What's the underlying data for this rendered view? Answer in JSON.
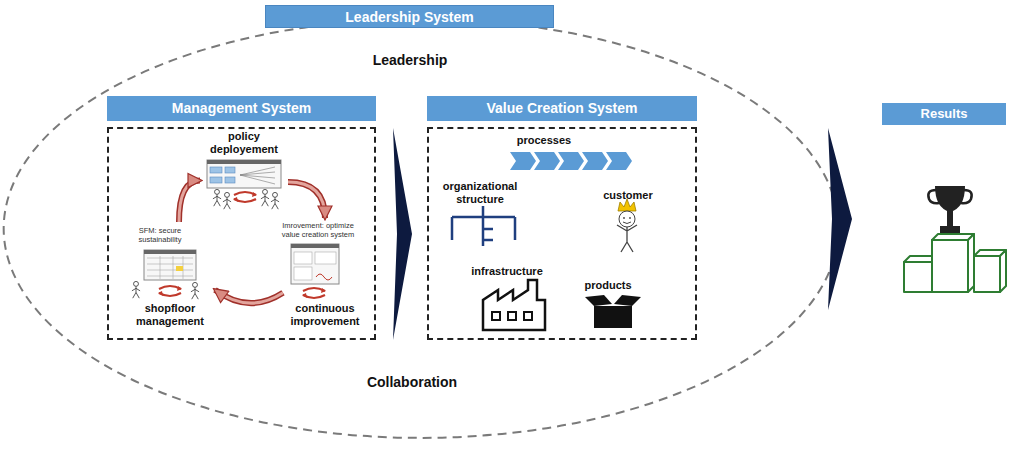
{
  "diagram": {
    "nodes": [
      {
        "text": [
          "Leadership System",
          "Leadership",
          "Collaboration"
        ]
      },
      {
        "text": [
          "Management System"
        ],
        "in": 0
      },
      {
        "text": [
          "policy deployement"
        ],
        "in": 1
      },
      {
        "text": [
          "continuous improvement"
        ],
        "in": 1
      },
      {
        "text": [
          "shopfloor management"
        ],
        "in": 1
      },
      {
        "text": [
          "Value Creation System"
        ],
        "in": 0
      },
      {
        "text": [
          "Results"
        ]
      }
    ],
    "edges": [
      {
        "from": 1,
        "to": 5,
        "arrow": "to"
      },
      {
        "from": 5,
        "to": 6,
        "arrow": "to"
      },
      {
        "from": 2,
        "to": 3,
        "arrow": "to",
        "label": "Imrovement: optimize value creation system"
      },
      {
        "from": 3,
        "to": 4,
        "arrow": "to"
      },
      {
        "from": 4,
        "to": 2,
        "arrow": "to",
        "label": "SFM: secure sustainability"
      }
    ],
    "labels": [
      "processes",
      "organizational structure",
      "customer",
      "infrastructure",
      "products"
    ]
  }
}
